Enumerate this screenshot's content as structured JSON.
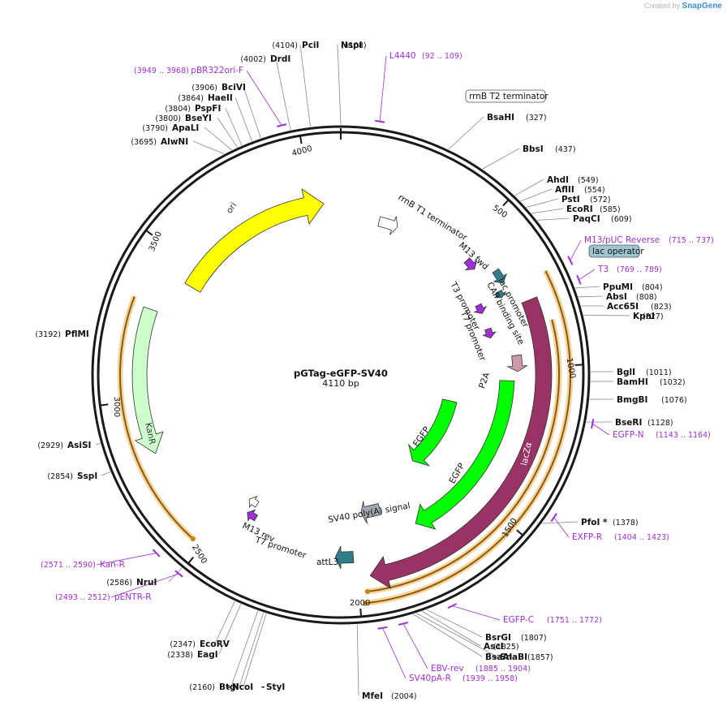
{
  "credit": {
    "prefix": "Created by",
    "brand": "SnapGene"
  },
  "plasmid": {
    "name": "pGTag-eGFP-SV40",
    "size_label": "4110 bp",
    "length": 4110
  },
  "ticks": [
    "500",
    "1000",
    "1500",
    "2000",
    "2500",
    "3000",
    "3500",
    "4000"
  ],
  "colors": {
    "primer": "#9f2fd6",
    "backbone": "#1a1a1a"
  },
  "features": [
    {
      "name": "ori",
      "color": "#ffff00"
    },
    {
      "name": "KanR",
      "color": "#ccffcc"
    },
    {
      "name": "EGFP",
      "color": "#00ff00"
    },
    {
      "name": "EGFP",
      "color": "#00ff00"
    },
    {
      "name": "lacZα",
      "color": "#993366"
    },
    {
      "name": "P2A",
      "color": "#cc99aa"
    },
    {
      "name": "attL3",
      "color": "#317d8c"
    },
    {
      "name": "SV40 poly(A) signal",
      "color": "#a0a8b0"
    },
    {
      "name": "rrnB T1 terminator",
      "color": "#ffffff"
    },
    {
      "name": "M13 fwd",
      "color": "#9f2fd6"
    },
    {
      "name": "lac promoter",
      "color": "#317d8c"
    },
    {
      "name": "CAP binding site",
      "color": "#317d8c"
    },
    {
      "name": "T3 promoter",
      "color": "#9f2fd6"
    },
    {
      "name": "T7 promoter",
      "color": "#9f2fd6"
    },
    {
      "name": "M13 rev",
      "color": "#9f2fd6"
    },
    {
      "name": "T7 promoter",
      "color": "#ffffff"
    }
  ],
  "enzymes": [
    {
      "name": "PciI",
      "pos": "(4104)"
    },
    {
      "name": "NspI",
      "pos": "(4108)"
    },
    {
      "name": "DrdI",
      "pos": "(4002)"
    },
    {
      "name": "BciVI",
      "pos": "(3906)"
    },
    {
      "name": "HaeII",
      "pos": "(3864)"
    },
    {
      "name": "PspFI",
      "pos": "(3804)"
    },
    {
      "name": "BseYI",
      "pos": "(3800)"
    },
    {
      "name": "ApaLI",
      "pos": "(3790)"
    },
    {
      "name": "AlwNI",
      "pos": "(3695)"
    },
    {
      "name": "PflMI",
      "pos": "(3192)"
    },
    {
      "name": "AsiSI",
      "pos": "(2929)"
    },
    {
      "name": "SspI",
      "pos": "(2854)"
    },
    {
      "name": "NruI",
      "pos": "(2586)"
    },
    {
      "name": "EcoRV",
      "pos": "(2347)"
    },
    {
      "name": "EagI",
      "pos": "(2338)"
    },
    {
      "name": "BtgI",
      "pos": "(2160)"
    },
    {
      "name": "NcoI",
      "pos": ""
    },
    {
      "name": "StyI",
      "pos": ""
    },
    {
      "name": "MfeI",
      "pos": "(2004)"
    },
    {
      "name": "BsaAI",
      "pos": ""
    },
    {
      "name": "SnaBI",
      "pos": "(1857)"
    },
    {
      "name": "AscI",
      "pos": "(1825)"
    },
    {
      "name": "BsrGI",
      "pos": "(1807)"
    },
    {
      "name": "PfoI *",
      "pos": "(1378)"
    },
    {
      "name": "BseRI",
      "pos": "(1128)"
    },
    {
      "name": "BmgBI",
      "pos": "(1076)"
    },
    {
      "name": "BamHI",
      "pos": "(1032)"
    },
    {
      "name": "BglI",
      "pos": "(1011)"
    },
    {
      "name": "KpnI",
      "pos": "(827)"
    },
    {
      "name": "Acc65I",
      "pos": "(823)"
    },
    {
      "name": "AbsI",
      "pos": "(808)"
    },
    {
      "name": "PpuMI",
      "pos": "(804)"
    },
    {
      "name": "PaqCI",
      "pos": "(609)"
    },
    {
      "name": "EcoRI",
      "pos": "(585)"
    },
    {
      "name": "PstI",
      "pos": "(572)"
    },
    {
      "name": "AflII",
      "pos": "(554)"
    },
    {
      "name": "AhdI",
      "pos": "(549)"
    },
    {
      "name": "BbsI",
      "pos": "(437)"
    },
    {
      "name": "BsaHI",
      "pos": "(327)"
    }
  ],
  "primers": [
    {
      "name": "L4440",
      "range": "(92 .. 109)"
    },
    {
      "name": "pBR322ori-F",
      "range": "(3949 .. 3968)"
    },
    {
      "name": "M13/pUC Reverse",
      "range": "(715 .. 737)"
    },
    {
      "name": "T3",
      "range": "(769 .. 789)"
    },
    {
      "name": "EGFP-N",
      "range": "(1143 .. 1164)"
    },
    {
      "name": "EXFP-R",
      "range": "(1404 .. 1423)"
    },
    {
      "name": "EGFP-C",
      "range": "(1751 .. 1772)"
    },
    {
      "name": "EBV-rev",
      "range": "(1885 .. 1904)"
    },
    {
      "name": "SV40pA-R",
      "range": "(1939 .. 1958)"
    },
    {
      "name": "Kan-R",
      "range": "(2571 .. 2590)"
    },
    {
      "name": "pENTR-R",
      "range": "(2493 .. 2512)"
    }
  ],
  "boxed_labels": [
    {
      "name": "rrnB T2 terminator",
      "fill": "#ffffff"
    },
    {
      "name": "lac operator",
      "fill": "#9fc6d0"
    }
  ]
}
